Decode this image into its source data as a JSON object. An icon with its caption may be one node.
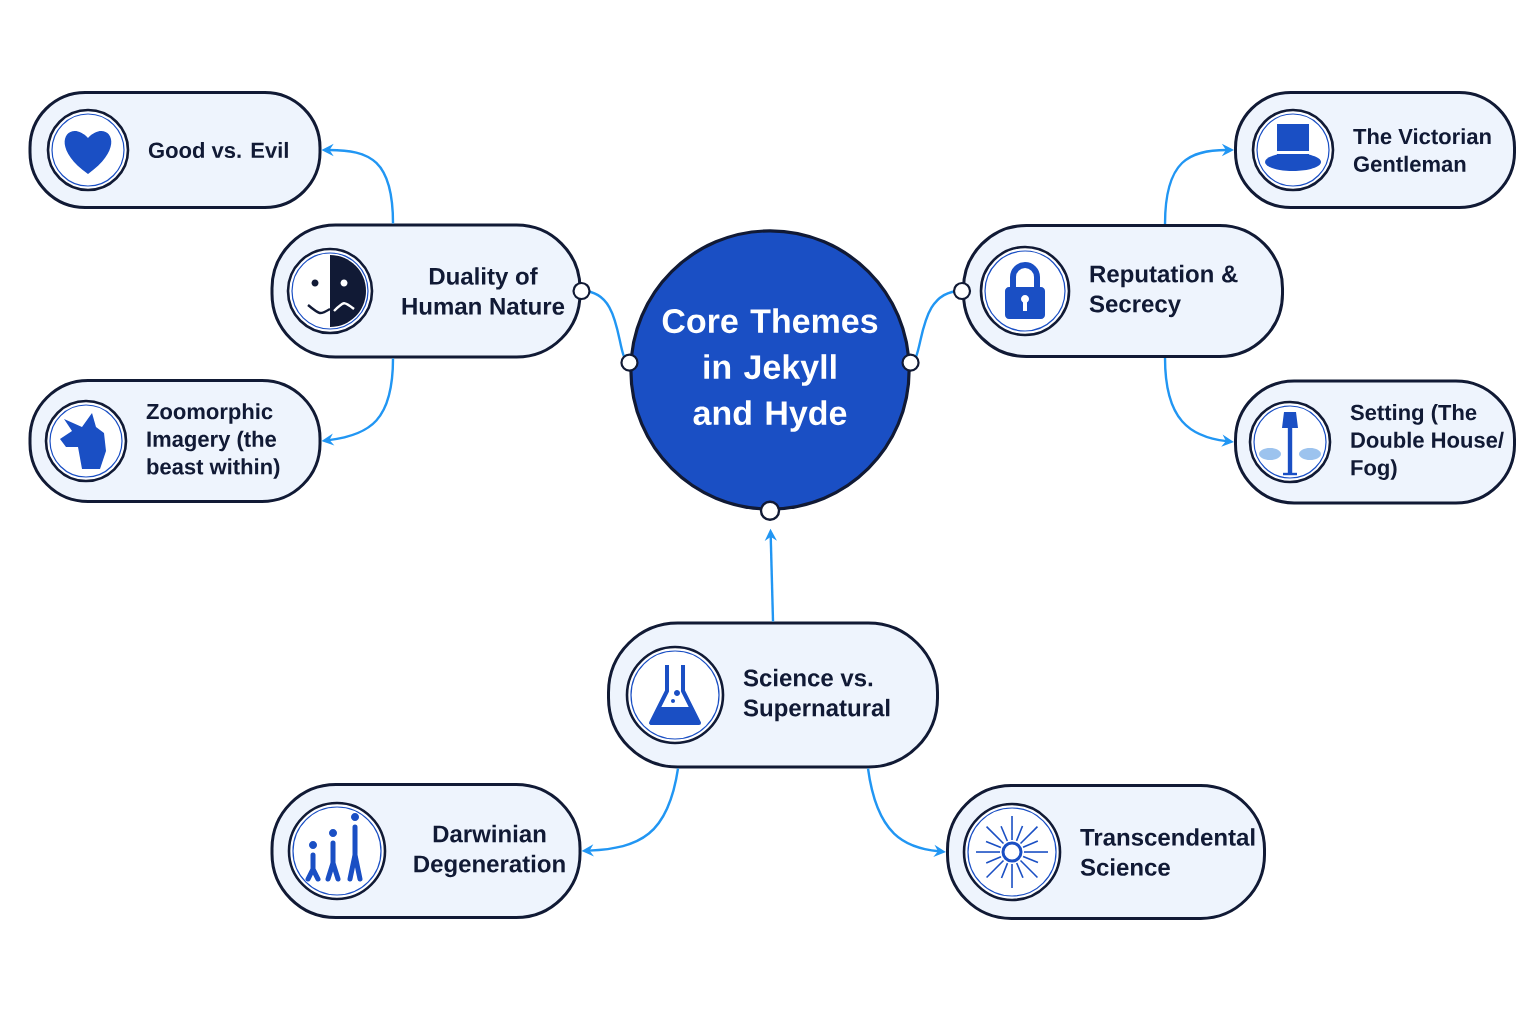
{
  "diagram": {
    "nodes": [
      {
        "text": [
          "Core Themes in Jekyll and Hyde"
        ]
      },
      {
        "text": [
          "Duality of Human Nature"
        ]
      },
      {
        "text": [
          "Good vs. Evil"
        ]
      },
      {
        "text": [
          "Zoomorphic Imagery (the beast within)"
        ]
      },
      {
        "text": [
          "Reputation & Secrecy"
        ]
      },
      {
        "text": [
          "The Victorian Gentleman"
        ]
      },
      {
        "text": [
          "Setting (The Double House/ Fog)"
        ]
      },
      {
        "text": [
          "Science vs. Supernatural"
        ]
      },
      {
        "text": [
          "Darwinian Degeneration"
        ]
      },
      {
        "text": [
          "Transcendental Science"
        ]
      }
    ],
    "edges": [
      {
        "from": 1,
        "to": 0,
        "arrow": "other"
      },
      {
        "from": 1,
        "to": 2,
        "arrow": "to"
      },
      {
        "from": 1,
        "to": 3,
        "arrow": "to"
      },
      {
        "from": 4,
        "to": 0,
        "arrow": "other"
      },
      {
        "from": 4,
        "to": 5,
        "arrow": "to"
      },
      {
        "from": 4,
        "to": 6,
        "arrow": "to"
      },
      {
        "from": 7,
        "to": 0,
        "arrow": "to"
      },
      {
        "from": 7,
        "to": 8,
        "arrow": "to"
      },
      {
        "from": 7,
        "to": 9,
        "arrow": "to"
      }
    ]
  }
}
